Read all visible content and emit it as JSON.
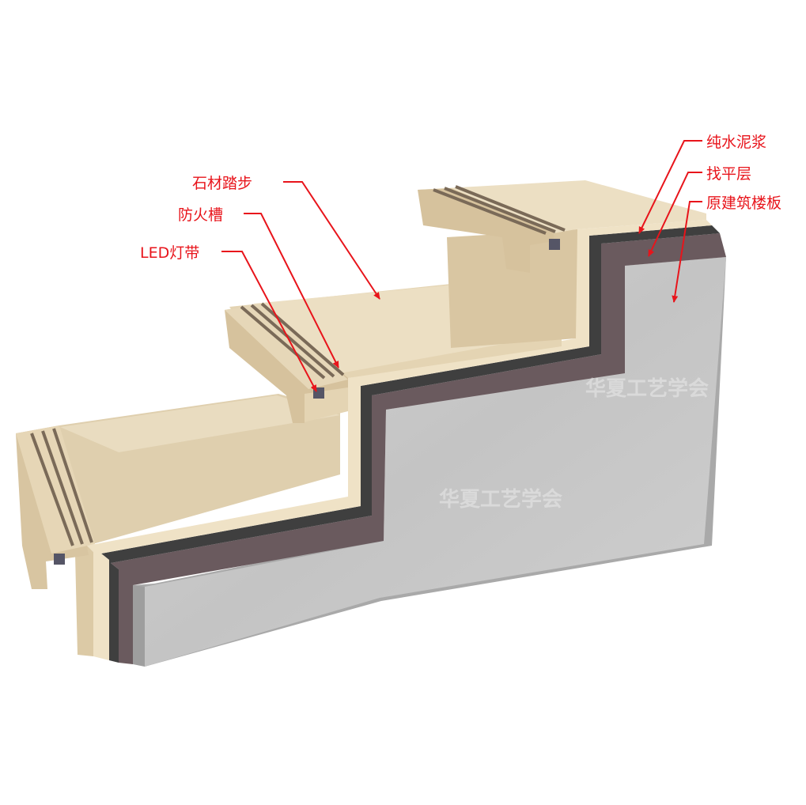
{
  "labels": {
    "stone_tread": "石材踏步",
    "fire_groove": "防火槽",
    "led_strip": "LED灯带",
    "cement_paste": "纯水泥浆",
    "leveling_layer": "找平层",
    "slab": "原建筑楼板"
  },
  "watermarks": [
    "华夏工艺学会",
    "华夏工艺学会"
  ],
  "colors": {
    "label_red": "#e8141b",
    "stone": "#e3d2b4",
    "stone_edge": "#d7c29c",
    "cement_paste": "#4a4a4a",
    "leveling": "#6a5a5e",
    "concrete": "#c9c9c9"
  }
}
